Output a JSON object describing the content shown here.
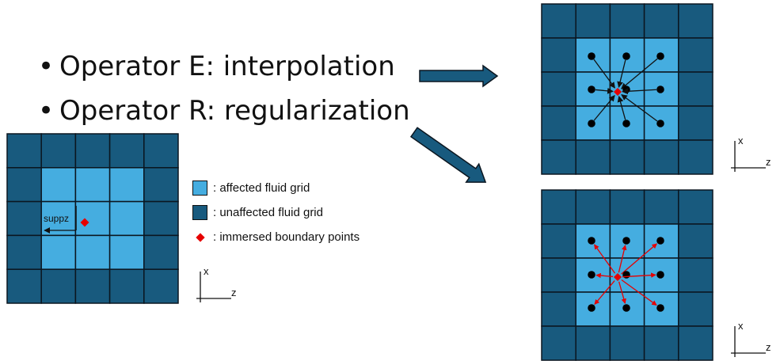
{
  "bullets": [
    {
      "bullet": "•",
      "text": "Operator E: interpolation"
    },
    {
      "bullet": "•",
      "text": "Operator R: regularization"
    }
  ],
  "legend": [
    {
      "text": ": affected fluid grid",
      "color": "#45ade0"
    },
    {
      "text": ": unaffected fluid grid",
      "color": "#185a7e"
    },
    {
      "text": ": immersed boundary points",
      "color": "#e60000"
    }
  ],
  "left_grid": {
    "suppz_label": "suppz"
  },
  "axes": {
    "x_label": "x",
    "z_label": "z"
  },
  "colors": {
    "dark_cell": "#185a7e",
    "light_cell": "#45ade0",
    "grid_line": "#0b1620",
    "marker": "#e60000",
    "arrow_fill": "#185a7e"
  }
}
